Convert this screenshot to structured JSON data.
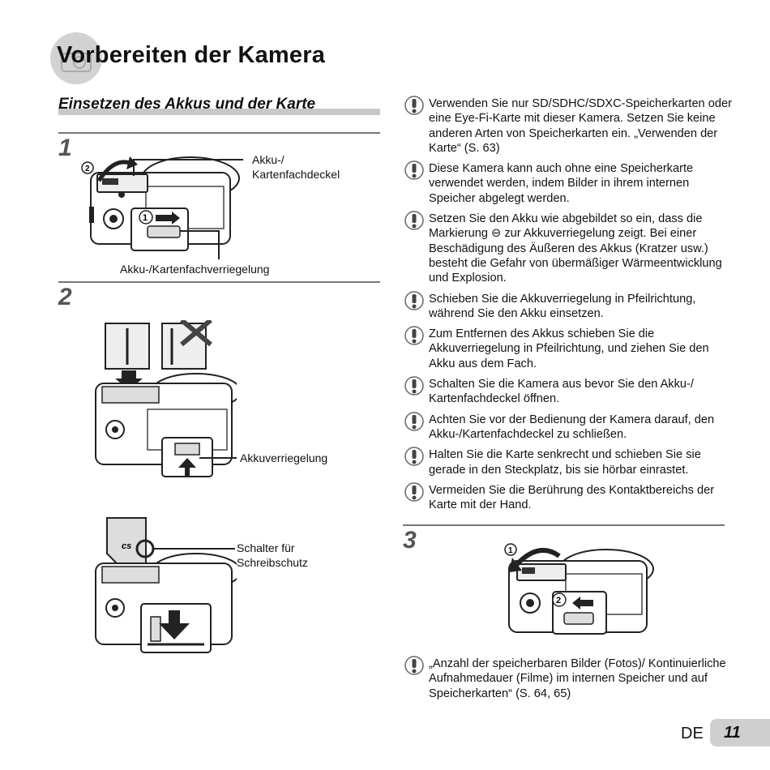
{
  "page": {
    "title": "Vorbereiten der Kamera",
    "section_title": "Einsetzen des Akkus und der Karte",
    "language_label": "DE",
    "page_number": "11"
  },
  "steps": {
    "step1": {
      "number": "1",
      "callout_cover": "Akku-/\nKartenfachdeckel",
      "callout_lock": "Akku-/Kartenfachverriegelung",
      "marker_a": "2",
      "marker_b": "1"
    },
    "step2": {
      "number": "2",
      "callout_battery_lock": "Akkuverriegelung",
      "callout_write_protect": "Schalter für\nSchreibschutz"
    },
    "step3": {
      "number": "3",
      "marker_a": "1",
      "marker_b": "2"
    }
  },
  "notes": [
    "Verwenden Sie nur SD/SDHC/SDXC-Speicherkarten oder eine Eye-Fi-Karte mit dieser Kamera. Setzen Sie keine anderen Arten von Speicherkarten ein. „Verwenden der Karte“ (S. 63)",
    "Diese Kamera kann auch ohne eine Speicherkarte verwendet werden, indem Bilder in ihrem internen Speicher abgelegt werden.",
    "Setzen Sie den Akku wie abgebildet so ein, dass die Markierung ⊖ zur Akkuverriegelung zeigt. Bei einer Beschädigung des Äußeren des Akkus (Kratzer usw.) besteht die Gefahr von übermäßiger Wärmeentwicklung und Explosion.",
    "Schieben Sie die Akkuverriegelung in Pfeilrichtung, während Sie den Akku einsetzen.",
    "Zum Entfernen des Akkus schieben Sie die Akkuverriegelung in Pfeilrichtung, und ziehen Sie den Akku aus dem Fach.",
    "Schalten Sie die Kamera aus bevor Sie den Akku-/ Kartenfachdeckel öffnen.",
    "Achten Sie vor der Bedienung der Kamera darauf, den Akku-/Kartenfachdeckel zu schließen.",
    "Halten Sie die Karte senkrecht und schieben Sie sie gerade in den Steckplatz, bis sie hörbar einrastet.",
    "Vermeiden Sie die Berührung des Kontaktbereichs der Karte mit der Hand."
  ],
  "final_note": "„Anzahl der speicherbaren Bilder (Fotos)/ Kontinuierliche Aufnahmedauer (Filme) im internen Speicher und auf Speicherkarten“ (S. 64, 65)",
  "icons": {
    "caution": "caution-icon",
    "title_badge": "camera-badge-icon"
  }
}
